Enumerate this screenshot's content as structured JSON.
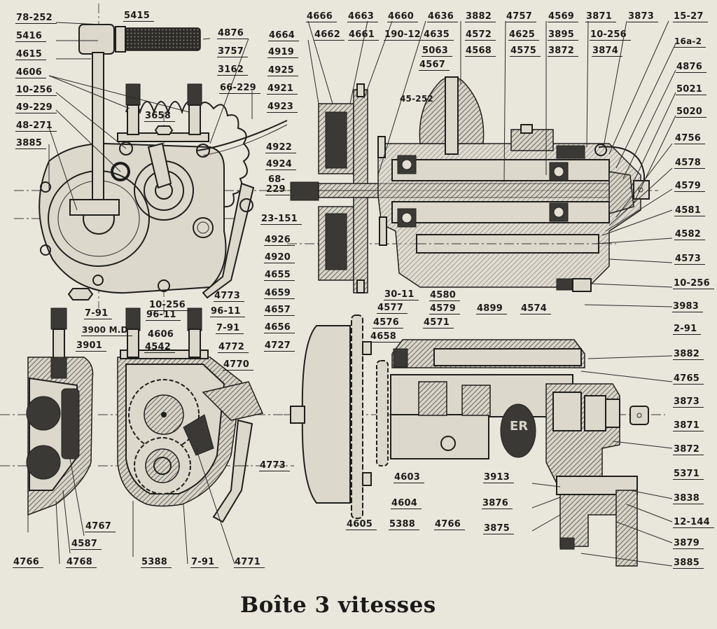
{
  "caption": "Boîte 3 vitesses",
  "labels": {
    "top_left": [
      "78-252",
      "5416",
      "4615",
      "4606",
      "10-256",
      "49-229",
      "48-271",
      "3885",
      "5415",
      "4876",
      "3757",
      "3162",
      "66-229",
      "3658"
    ],
    "left_lower": [
      "7-91",
      "3900 M.D",
      "3901",
      "10-256",
      "96-11",
      "4773",
      "96-11",
      "7-91",
      "23-151"
    ],
    "clutch_left": [
      "4664",
      "4919",
      "4925",
      "4921",
      "4923",
      "4922",
      "4924",
      "68-",
      "229",
      "4926",
      "4920",
      "4655",
      "4659",
      "4657",
      "4656",
      "4727"
    ],
    "top_middle": [
      "4666",
      "4663",
      "4660",
      "4636",
      "3882",
      "4662",
      "4661",
      "190-12",
      "4635",
      "4572",
      "5063",
      "4568",
      "4567",
      "45-252"
    ],
    "top_right": [
      "4757",
      "4569",
      "3871",
      "3873",
      "15-27",
      "4625",
      "3895",
      "10-256",
      "16a-2",
      "4575",
      "3872",
      "3874",
      "4876",
      "5021",
      "5020"
    ],
    "right_upper": [
      "4756",
      "4578",
      "4579",
      "4581",
      "4582",
      "4573",
      "10-256",
      "3983"
    ],
    "mid_bottom": [
      "30-11",
      "4580",
      "4577",
      "4579",
      "4899",
      "4574",
      "4576",
      "4571",
      "4658"
    ],
    "left_bottom_view": [
      "4606",
      "4542",
      "4772",
      "4770",
      "4773",
      "4767",
      "4587",
      "4766",
      "4768",
      "5388",
      "7-91",
      "4771"
    ],
    "bottom_middle": [
      "4603",
      "4604",
      "4605",
      "5388",
      "4766"
    ],
    "right_lower": [
      "2-91",
      "3882",
      "4765",
      "3873",
      "3871",
      "3872",
      "5371",
      "3913",
      "3838",
      "3876",
      "12-144",
      "3875",
      "3879",
      "3885"
    ]
  },
  "logo_text": "ER"
}
